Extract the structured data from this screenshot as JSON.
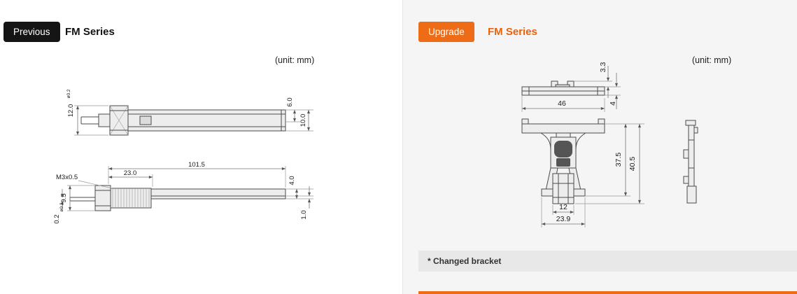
{
  "left_panel": {
    "badge": "Previous",
    "title": "FM Series",
    "unit": "(unit: mm)",
    "dims": {
      "height_12": "12.0",
      "tol_top": "ø0.2",
      "d6": "6.0",
      "d10": "10.0",
      "overall_length": "101.5",
      "thread_length": "23.0",
      "thread_spec": "M3x0.5",
      "d9_5": "9.5",
      "d4": "4.0",
      "d1": "1.0",
      "d0_2": "0.2",
      "tol_bottom": "ø0.2"
    }
  },
  "right_panel": {
    "badge": "Upgrade",
    "title": "FM Series",
    "unit": "(unit: mm)",
    "note": "* Changed bracket",
    "dims": {
      "d3_3": "3.3",
      "d4": "4",
      "d46": "46",
      "d37_5": "37.5",
      "d40_5": "40.5",
      "d12": "12",
      "d23_9": "23.9"
    }
  },
  "colors": {
    "accent": "#ee6c16",
    "badge_black": "#151515",
    "panel_bg": "#f4f5f4",
    "note_bg": "#e8e8e8"
  }
}
